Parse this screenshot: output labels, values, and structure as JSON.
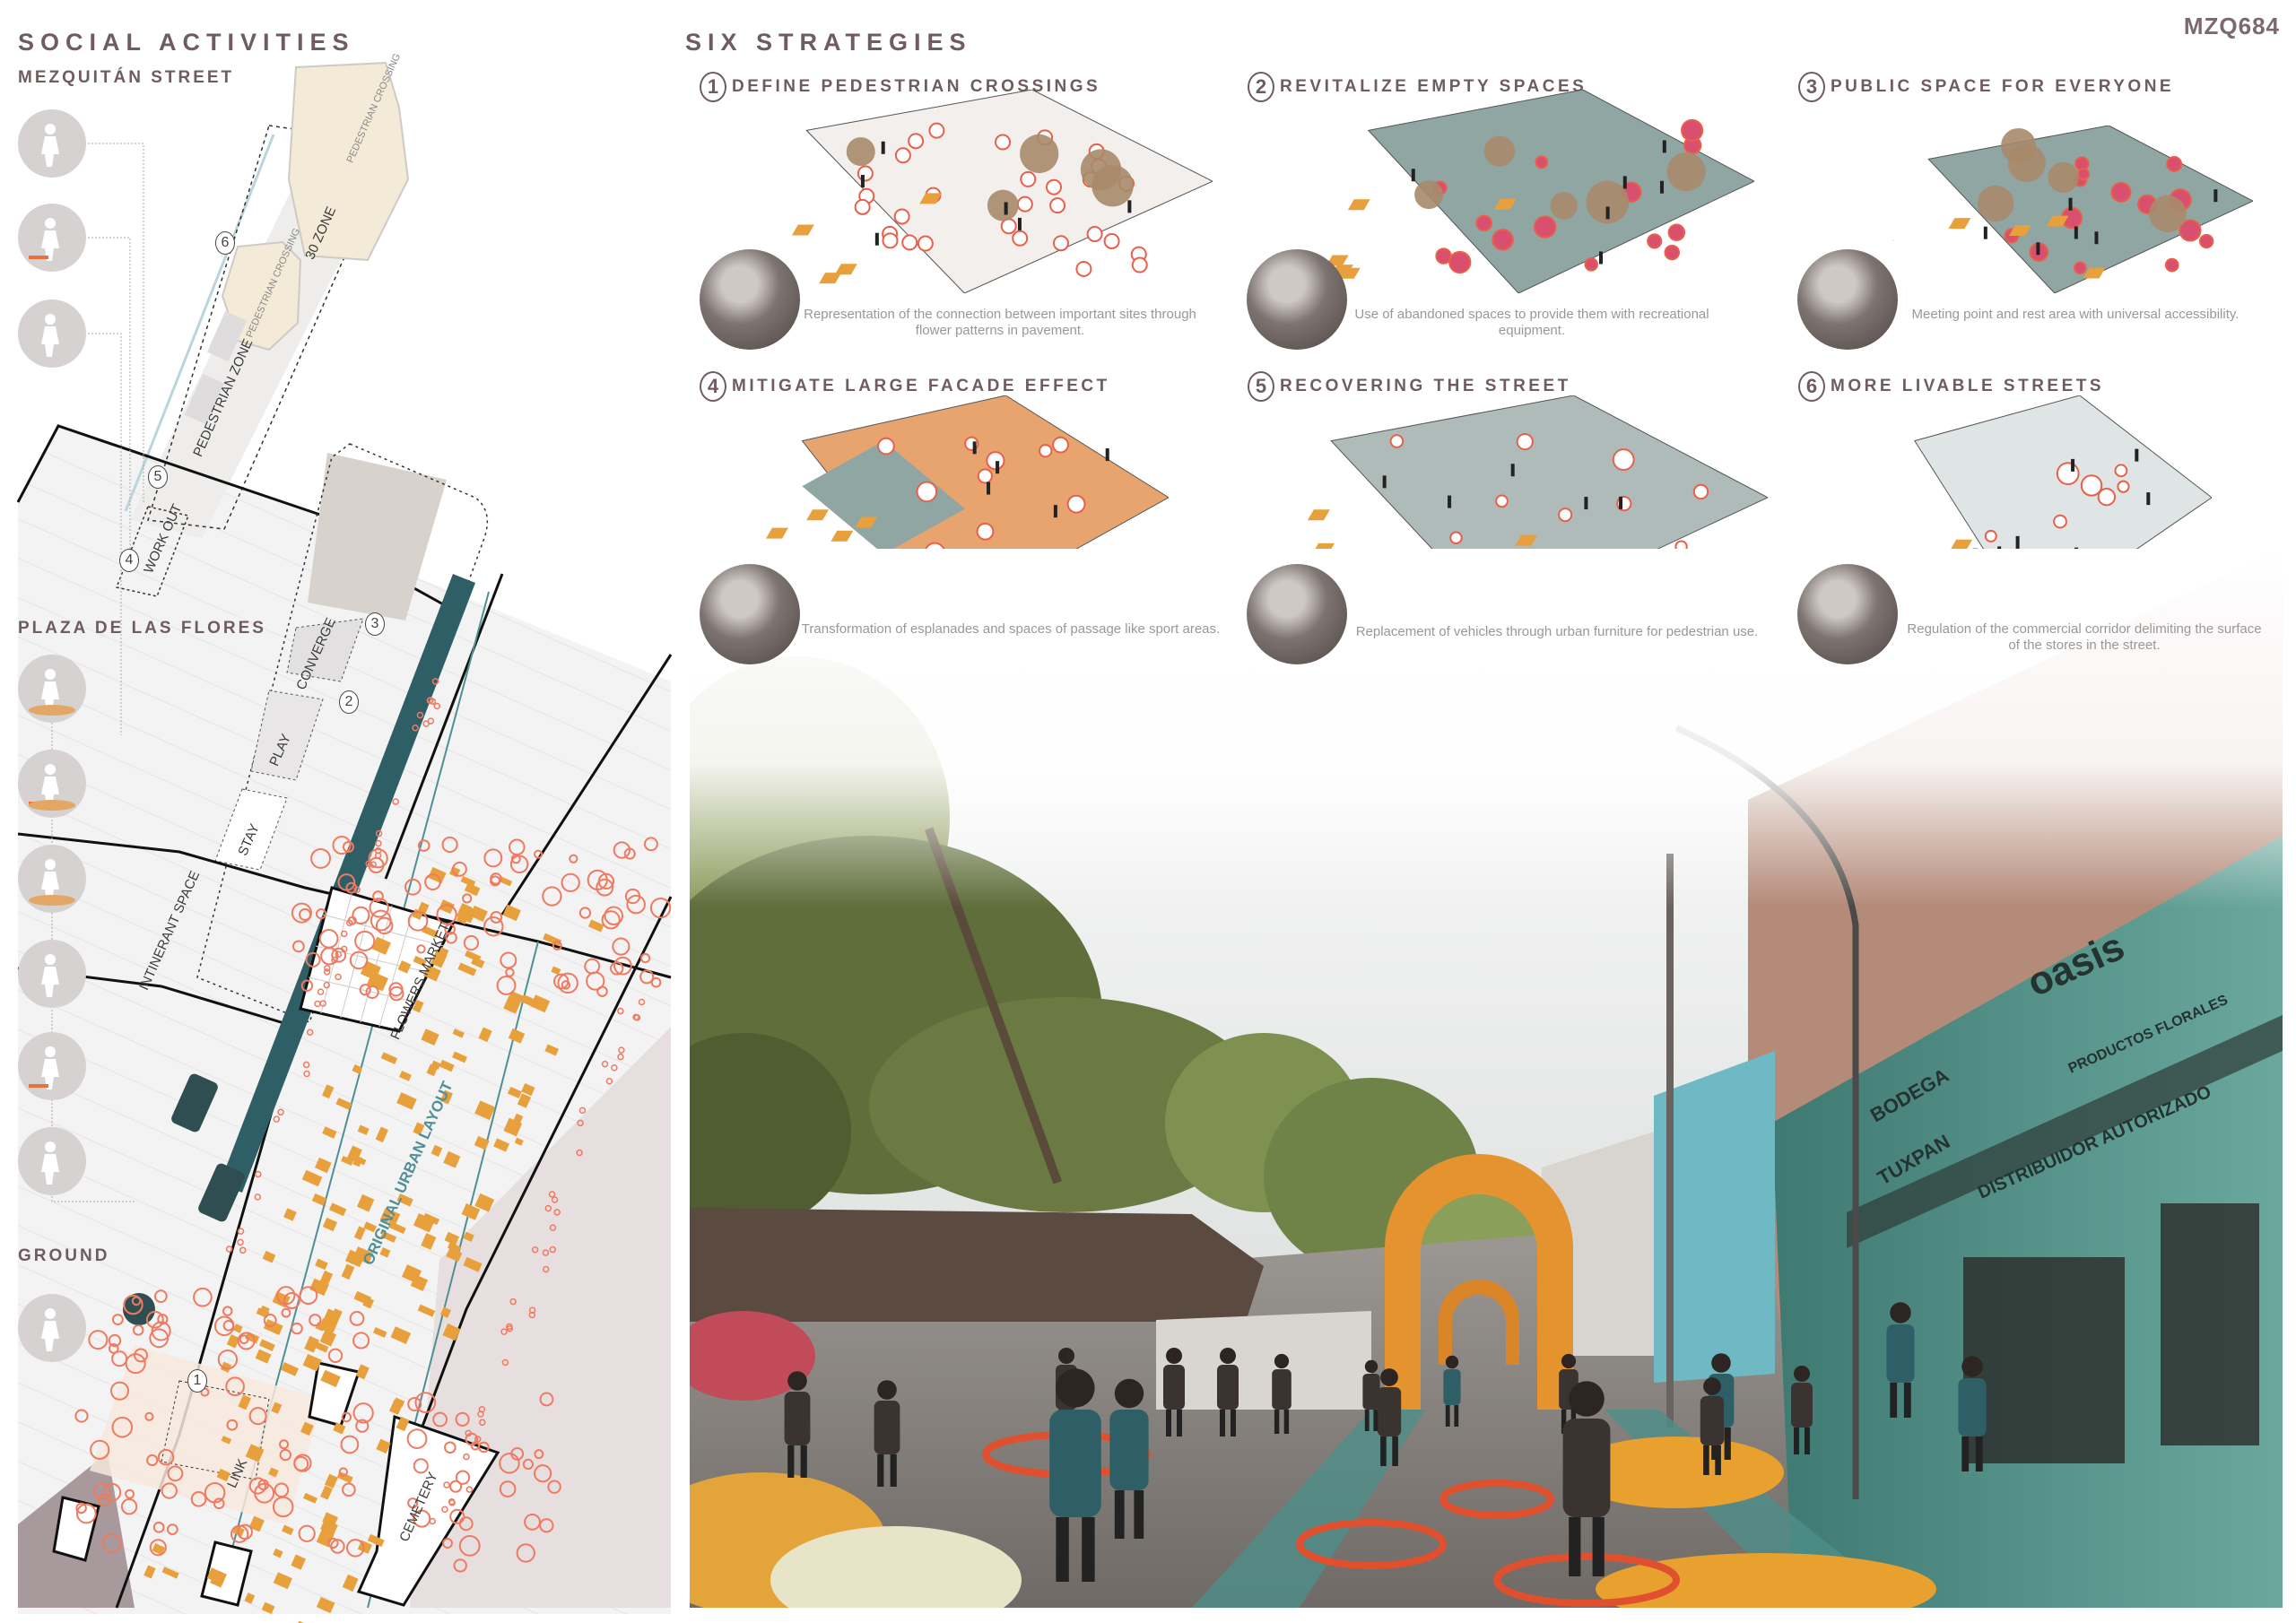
{
  "code": "MZQ684",
  "left_panel": {
    "title": "SOCIAL ACTIVITIES",
    "sections": {
      "mezquitan": "MEZQUITÁN STREET",
      "plaza": "PLAZA DE LAS FLORES",
      "ground": "GROUND"
    },
    "activity_icons": [
      "sitting-icon",
      "running-icon",
      "sports-icon",
      "dining-icon",
      "kids-play-icon",
      "hopscotch-icon",
      "climbing-icon",
      "window-icon",
      "resting-icon",
      "walking-icon"
    ]
  },
  "map": {
    "labels": {
      "pedestrian_crossing_top": "PEDESTRIAN CROSSING",
      "zone_30": "30 ZONE",
      "pedestrian_crossing_mid": "PEDESTRIAN CROSSING",
      "pedestrian_zone": "PEDESTRIAN ZONE",
      "work_out": "WORK OUT",
      "converge": "CONVERGE",
      "play": "PLAY",
      "stay": "STAY",
      "itinerant_space": "INTINERANT SPACE",
      "flowers_market": "FLOWERS MARKET",
      "original_urban_layout": "ORIGINAL URBAN LAYOUT",
      "link": "LINK",
      "cemetery": "CEMETERY"
    },
    "markers": {
      "m1": "1",
      "m2": "2",
      "m3": "3",
      "m4": "4",
      "m5": "5",
      "m6": "6"
    }
  },
  "strategies": {
    "title": "SIX STRATEGIES",
    "items": [
      {
        "num": "1",
        "title": "DEFINE PEDESTRIAN CROSSINGS",
        "caption_l1": "Representation of the connection between important sites through",
        "caption_l2": "flower patterns in pavement."
      },
      {
        "num": "2",
        "title": "REVITALIZE EMPTY SPACES",
        "caption_l1": "Use of abandoned spaces to provide them with recreational",
        "caption_l2": "equipment."
      },
      {
        "num": "3",
        "title": "PUBLIC SPACE FOR EVERYONE",
        "caption_l1": "Meeting point and rest area with universal accessibility.",
        "caption_l2": ""
      },
      {
        "num": "4",
        "title": "MITIGATE LARGE FACADE EFFECT",
        "caption_l1": "Transformation of esplanades and spaces of passage like sport areas.",
        "caption_l2": ""
      },
      {
        "num": "5",
        "title": "RECOVERING THE STREET",
        "caption_l1": "Replacement of vehicles through urban furniture for pedestrian use.",
        "caption_l2": ""
      },
      {
        "num": "6",
        "title": "MORE LIVABLE STREETS",
        "caption_l1": "Regulation of the commercial corridor delimiting the surface",
        "caption_l2": "of the stores in the street."
      }
    ]
  },
  "render": {
    "signage": {
      "oasis": "oasis",
      "productos": "PRODUCTOS FLORALES",
      "distribuidor": "DISTRIBUIDOR AUTORIZADO",
      "bodega": "BODEGA",
      "tuxpan": "TUXPAN"
    }
  },
  "colors": {
    "heading": "#6f5c5e",
    "teal": "#2f5f66",
    "orange": "#e8a03c",
    "pink": "#e8705a",
    "magenta": "#d94f6e",
    "facade_teal": "#5e9c92"
  }
}
